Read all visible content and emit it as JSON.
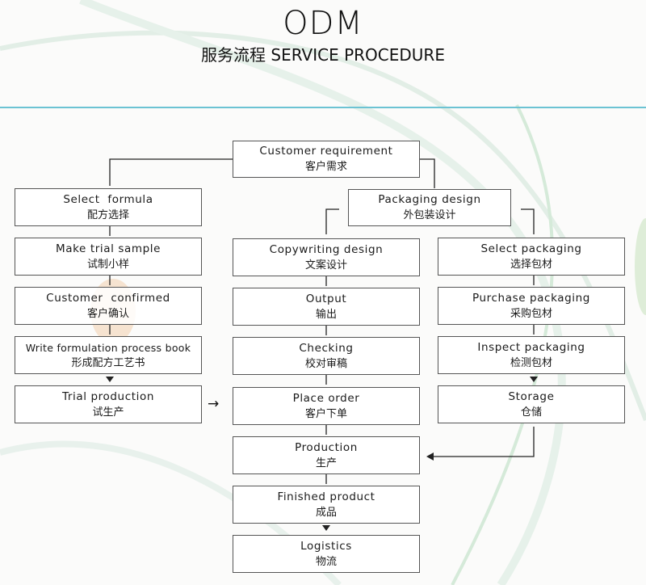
{
  "header": {
    "title": "ODM",
    "subtitle": "服务流程 SERVICE PROCEDURE"
  },
  "colors": {
    "divider": "#6cc3d3",
    "box_border": "#555555",
    "connector": "#222222"
  },
  "flow": {
    "top": {
      "en": "Customer requirement",
      "zh": "客户需求"
    },
    "packaging_design": {
      "en": "Packaging design",
      "zh": "外包装设计"
    },
    "formula_column": [
      {
        "en": "Select  formula",
        "zh": "配方选择"
      },
      {
        "en": "Make trial sample",
        "zh": "试制小样"
      },
      {
        "en": "Customer  confirmed",
        "zh": "客户确认"
      },
      {
        "en": "Write formulation process book",
        "zh": "形成配方工艺书"
      },
      {
        "en": "Trial production",
        "zh": "试生产"
      }
    ],
    "center_column": [
      {
        "en": "Copywriting design",
        "zh": "文案设计"
      },
      {
        "en": "Output",
        "zh": "输出"
      },
      {
        "en": "Checking",
        "zh": "校对审稿"
      },
      {
        "en": "Place order",
        "zh": "客户下单"
      },
      {
        "en": "Production",
        "zh": "生产"
      },
      {
        "en": "Finished product",
        "zh": "成品"
      },
      {
        "en": "Logistics",
        "zh": "物流"
      }
    ],
    "packaging_column": [
      {
        "en": "Select packaging",
        "zh": "选择包材"
      },
      {
        "en": "Purchase packaging",
        "zh": "采购包材"
      },
      {
        "en": "Inspect packaging",
        "zh": "检测包材"
      },
      {
        "en": "Storage",
        "zh": "仓储"
      }
    ],
    "arrow_glyph": "→"
  }
}
